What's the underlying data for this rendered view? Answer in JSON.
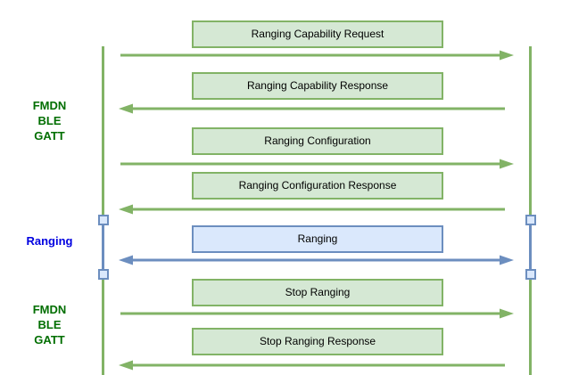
{
  "diagram": {
    "type": "sequence-diagram",
    "side_labels": [
      {
        "lines": [
          "FMDN",
          "BLE",
          "GATT"
        ],
        "color": "#006e00"
      },
      {
        "lines": [
          "Ranging"
        ],
        "color": "#0000e0"
      },
      {
        "lines": [
          "FMDN",
          "BLE",
          "GATT"
        ],
        "color": "#006e00"
      }
    ],
    "messages": [
      {
        "label": "Ranging Capability Request",
        "direction": "right",
        "style": "green"
      },
      {
        "label": "Ranging Capability Response",
        "direction": "left",
        "style": "green"
      },
      {
        "label": "Ranging Configuration",
        "direction": "right",
        "style": "green"
      },
      {
        "label": "Ranging Configuration Response",
        "direction": "left",
        "style": "green"
      },
      {
        "label": "Ranging",
        "direction": "both",
        "style": "blue"
      },
      {
        "label": "Stop Ranging",
        "direction": "right",
        "style": "green"
      },
      {
        "label": "Stop Ranging Response",
        "direction": "left",
        "style": "green"
      }
    ],
    "lifelines": {
      "count": 2,
      "activation_markers_per_line": 2
    },
    "colors": {
      "green_stroke": "#82b366",
      "green_fill": "#d5e8d4",
      "blue_stroke": "#6c8ebf",
      "blue_fill": "#dae8fc",
      "green_label_text": "#006e00",
      "blue_label_text": "#0000e0",
      "box_text": "#000000",
      "background": "#ffffff"
    }
  }
}
